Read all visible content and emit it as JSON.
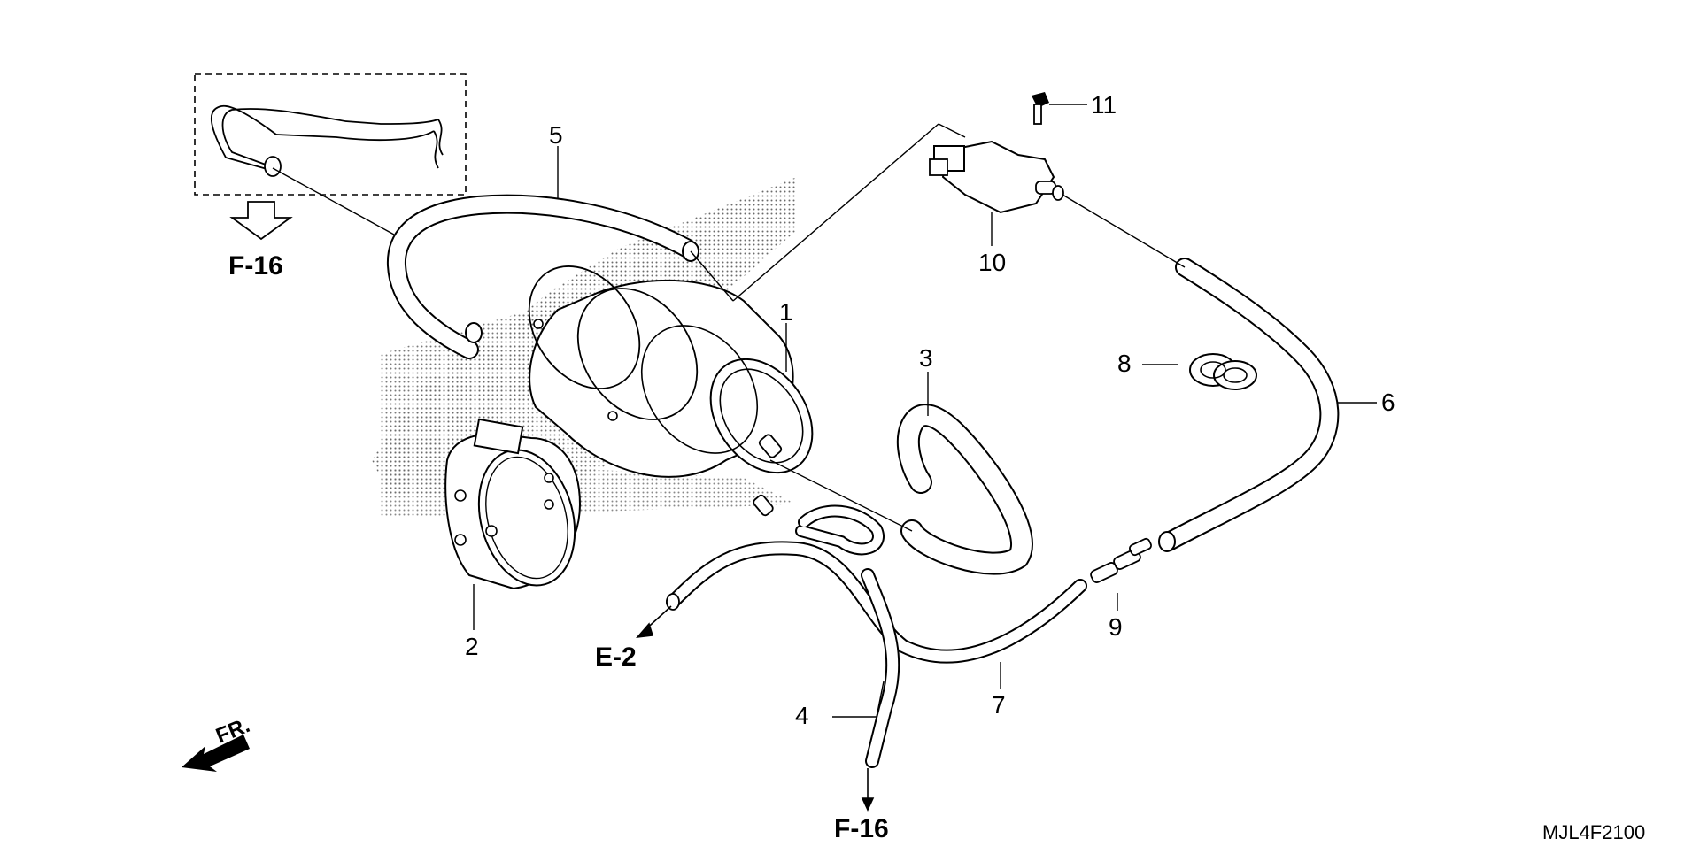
{
  "diagram": {
    "code": "MJL4F2100",
    "front_label": "FR.",
    "callouts": [
      {
        "id": "1",
        "label": "1"
      },
      {
        "id": "2",
        "label": "2"
      },
      {
        "id": "3",
        "label": "3"
      },
      {
        "id": "4",
        "label": "4"
      },
      {
        "id": "5",
        "label": "5"
      },
      {
        "id": "6",
        "label": "6"
      },
      {
        "id": "7",
        "label": "7"
      },
      {
        "id": "8",
        "label": "8"
      },
      {
        "id": "9",
        "label": "9"
      },
      {
        "id": "10",
        "label": "10"
      },
      {
        "id": "11",
        "label": "11"
      }
    ],
    "references": [
      {
        "id": "f16-top",
        "label": "F-16"
      },
      {
        "id": "e2",
        "label": "E-2"
      },
      {
        "id": "f16-bottom",
        "label": "F-16"
      }
    ]
  },
  "colors": {
    "line": "#000000",
    "background": "#ffffff",
    "stipple": "#6b6b6b"
  }
}
